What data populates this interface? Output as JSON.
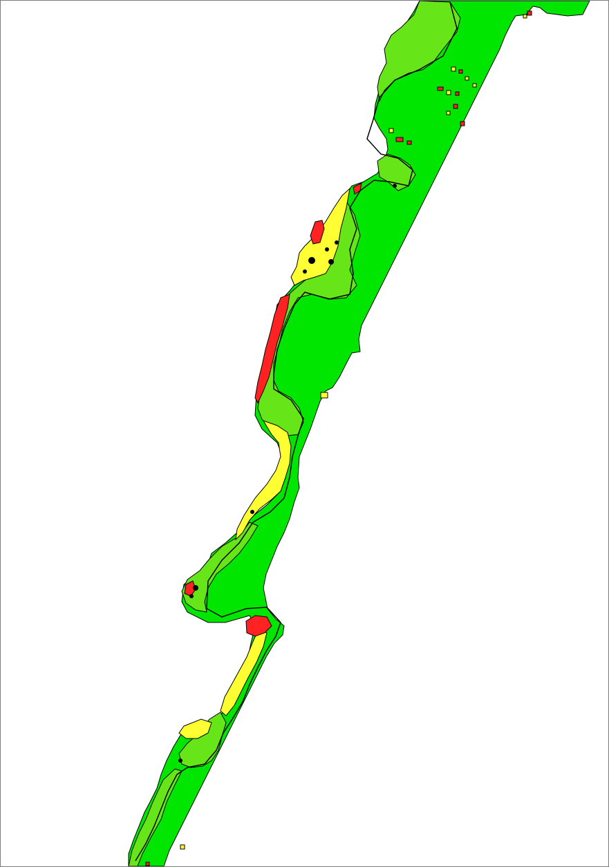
{
  "map": {
    "background_color": "#ffffff",
    "frame_color": "#7a7a7a",
    "outline_color": "#000000",
    "zones": [
      {
        "id": "outer-corridor",
        "color": "#00e600"
      },
      {
        "id": "floodplain",
        "color": "#66e619"
      },
      {
        "id": "moderate-risk",
        "color": "#ffff33"
      },
      {
        "id": "high-risk",
        "color": "#ff2222"
      }
    ]
  }
}
